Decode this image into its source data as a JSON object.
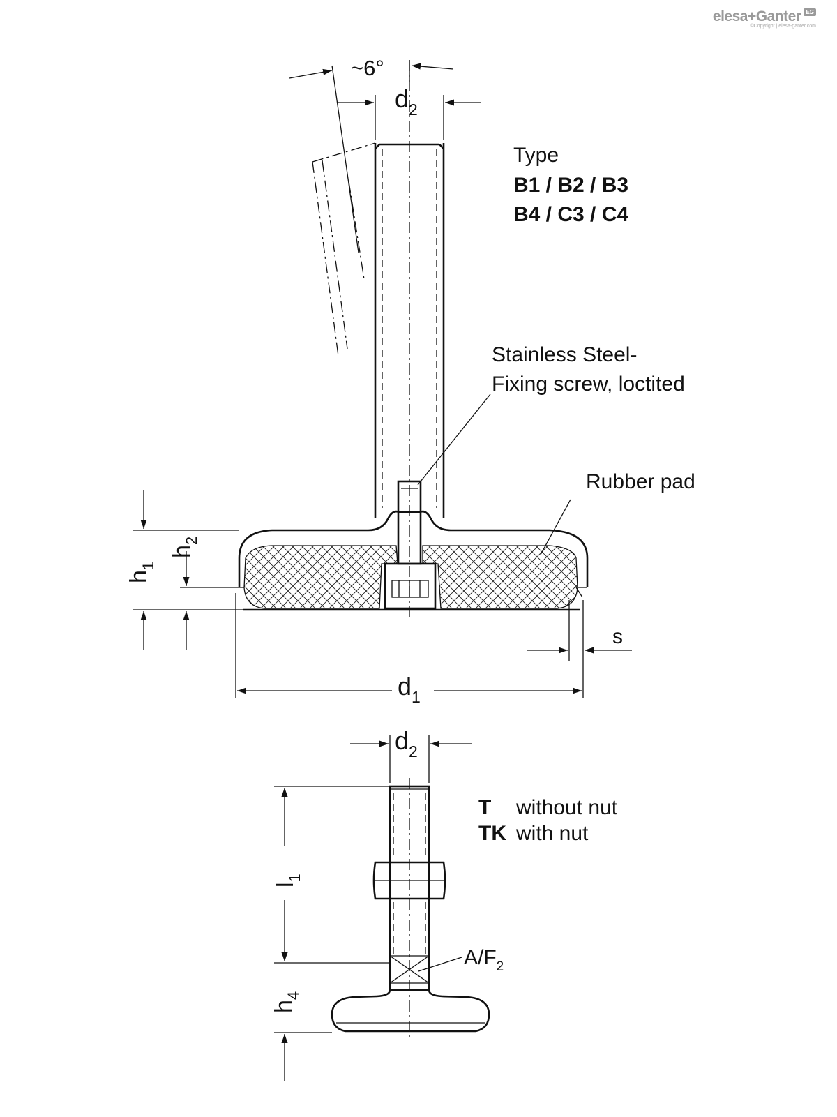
{
  "brand": {
    "name": "elesa+Ganter",
    "badge": "EG",
    "copyright": "©Copyright | elesa-ganter.com"
  },
  "dimensions": {
    "angle": "~6°",
    "d": "d",
    "d_sub": "2",
    "d1": "d",
    "d1_sub": "1",
    "h1": "h",
    "h1_sub": "1",
    "h2": "h",
    "h2_sub": "2",
    "s": "s",
    "l1": "l",
    "l1_sub": "1",
    "h4": "h",
    "h4_sub": "4",
    "af": "A/F",
    "af_sub": "2"
  },
  "type_block": {
    "heading": "Type",
    "line1": "B1 / B2 / B3",
    "line2": "B4 / C3 / C4"
  },
  "callouts": {
    "screw_line1": "Stainless Steel-",
    "screw_line2": "Fixing screw, loctited",
    "rubber_pad": "Rubber pad"
  },
  "variants": {
    "t_code": "T",
    "t_text": "without nut",
    "tk_code": "TK",
    "tk_text": "with nut"
  }
}
